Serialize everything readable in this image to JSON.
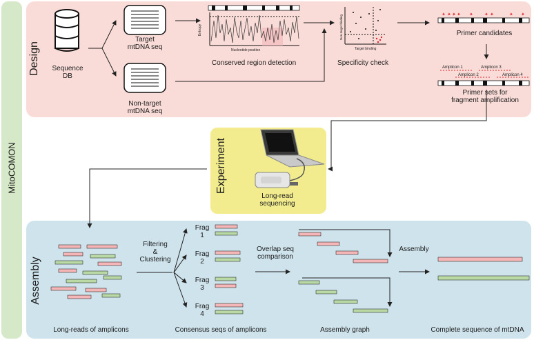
{
  "side_label": "MitoCOMON",
  "colors": {
    "side_bar": "#d5e8c8",
    "design_panel": "#f9dcd8",
    "experiment_panel": "#f2ec8e",
    "assembly_panel": "#cfe3ec",
    "pink_read": "#f4b6b6",
    "green_read": "#b9d9a5",
    "primer_red": "#e0242b"
  },
  "design": {
    "title": "Design",
    "sequence_db": "Sequence\nDB",
    "target_label": "Target\nmtDNA seq",
    "nontarget_label": "Non-target\nmtDNA seq",
    "conserved_label": "Conserved region detection",
    "entropy_axis": "Entropy",
    "nucleotide_axis": "Nucleotide position",
    "specificity_label": "Specificity check",
    "nontarget_binding_axis": "Non-target binding",
    "target_binding_axis": "Target binding",
    "primer_candidates": "Primer candidates",
    "amplicons": [
      "Amplicon 1",
      "Amplicon 2",
      "Amplicon 3",
      "Amplicon 4"
    ],
    "primer_sets": "Primer sets for\nfragment amplification"
  },
  "experiment": {
    "title": "Experiment",
    "long_read": "Long-read\nsequencing"
  },
  "assembly": {
    "title": "Assembly",
    "filtering": "Filtering\n&\nClustering",
    "frags": [
      "Frag\n1",
      "Frag\n2",
      "Frag\n3",
      "Frag\n4"
    ],
    "overlap": "Overlap seq\ncomparison",
    "assembly_step": "Assembly",
    "captions": [
      "Long-reads of amplicons",
      "Consensus seqs of amplicons",
      "Assembly graph",
      "Complete sequence of mtDNA"
    ]
  }
}
